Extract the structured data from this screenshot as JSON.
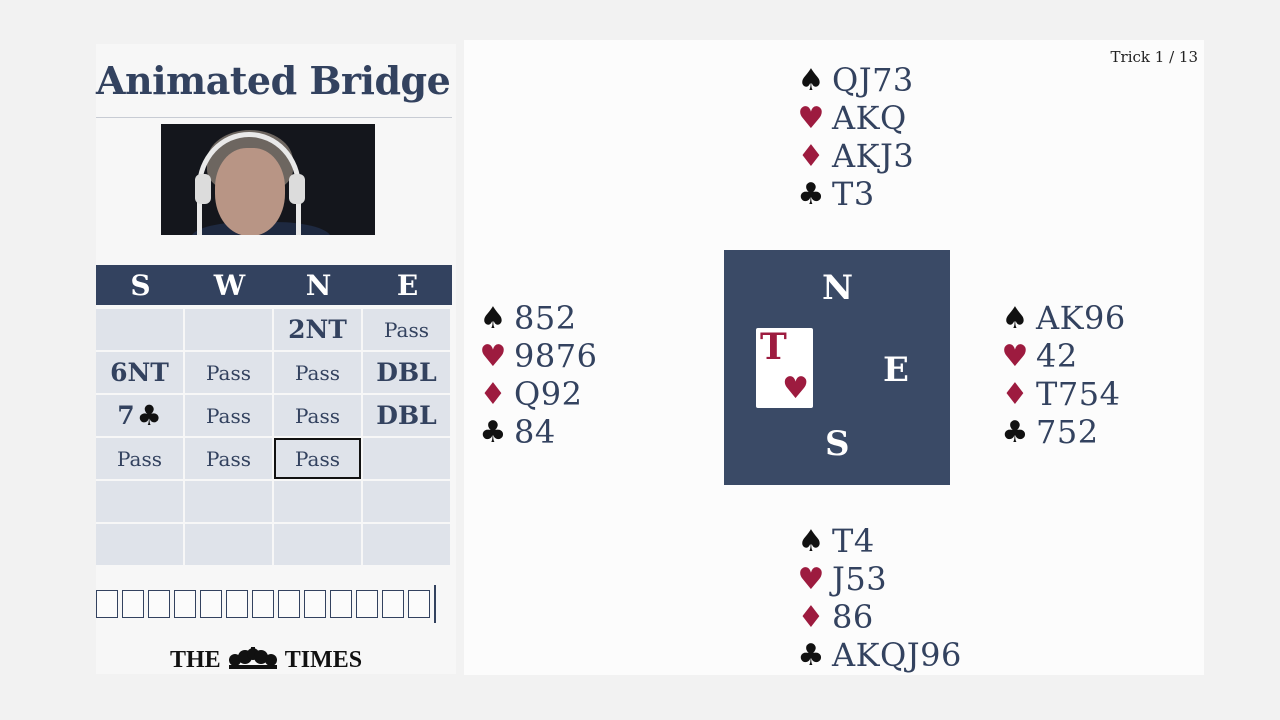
{
  "app": {
    "title": "Animated Bridge",
    "publisher_pre": "THE",
    "publisher_post": "TIMES"
  },
  "bidding": {
    "seats": [
      "S",
      "W",
      "N",
      "E"
    ],
    "rows": [
      [
        {
          "text": "",
          "bold": false
        },
        {
          "text": "",
          "bold": false
        },
        {
          "text": "2NT",
          "bold": true
        },
        {
          "text": "Pass",
          "bold": false
        }
      ],
      [
        {
          "text": "6NT",
          "bold": true
        },
        {
          "text": "Pass",
          "bold": false
        },
        {
          "text": "Pass",
          "bold": false
        },
        {
          "text": "DBL",
          "bold": true
        }
      ],
      [
        {
          "text": "7",
          "suit": "♣",
          "bold": true
        },
        {
          "text": "Pass",
          "bold": false
        },
        {
          "text": "Pass",
          "bold": false
        },
        {
          "text": "DBL",
          "bold": true
        }
      ],
      [
        {
          "text": "Pass",
          "bold": false
        },
        {
          "text": "Pass",
          "bold": false
        },
        {
          "text": "Pass",
          "bold": false,
          "current": true
        },
        {
          "text": "",
          "bold": false
        }
      ],
      [
        {
          "text": "",
          "bold": false
        },
        {
          "text": "",
          "bold": false
        },
        {
          "text": "",
          "bold": false
        },
        {
          "text": "",
          "bold": false
        }
      ],
      [
        {
          "text": "",
          "bold": false
        },
        {
          "text": "",
          "bold": false
        },
        {
          "text": "",
          "bold": false
        },
        {
          "text": "",
          "bold": false
        }
      ]
    ],
    "trick_boxes_total": 13,
    "tricks_won": 0
  },
  "trick_counter": "Trick 1 / 13",
  "suits": {
    "spades": {
      "glyph": "♠",
      "color": "#111111"
    },
    "hearts": {
      "glyph": "♥",
      "color": "#9d1b3f"
    },
    "diamonds": {
      "glyph": "♦",
      "color": "#9d1b3f"
    },
    "clubs": {
      "glyph": "♣",
      "color": "#111111"
    }
  },
  "hands": {
    "north": {
      "spades": "QJ73",
      "hearts": "AKQ",
      "diamonds": "AKJ3",
      "clubs": "T3"
    },
    "west": {
      "spades": "852",
      "hearts": "9876",
      "diamonds": "Q92",
      "clubs": "84"
    },
    "east": {
      "spades": "AK96",
      "hearts": "42",
      "diamonds": "T754",
      "clubs": "752"
    },
    "south": {
      "spades": "T4",
      "hearts": "J53",
      "diamonds": "86",
      "clubs": "AKQJ96"
    }
  },
  "table": {
    "north_label": "N",
    "east_label": "E",
    "south_label": "S",
    "played_card": {
      "rank": "T",
      "suit": "♥",
      "color": "#9d1b3f"
    }
  },
  "colors": {
    "navy": "#33425f",
    "table": "#3a4a66",
    "red_suit": "#9d1b3f"
  }
}
